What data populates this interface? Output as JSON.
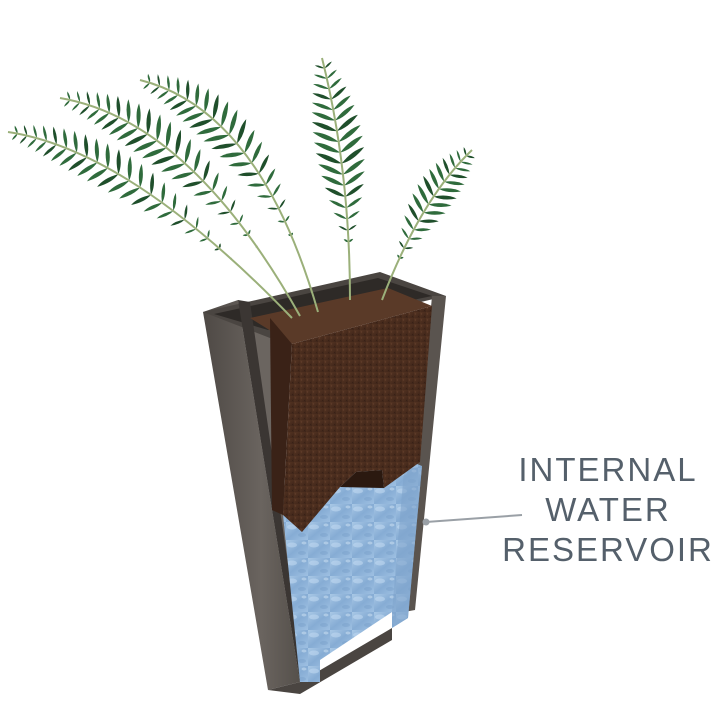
{
  "callout": {
    "lines": [
      "INTERNAL",
      "WATER",
      "RESERVOIR"
    ]
  },
  "colors": {
    "label_text": "#55606b",
    "leader_line": "#9aa0a6",
    "planter_shell": "#5b5550",
    "planter_shell_light": "#6e6863",
    "soil": "#4a2c1e",
    "soil_dark": "#3a2217",
    "water": "#8fb4d8",
    "water_light": "#b9d3ec",
    "frond": "#2f6b3c",
    "frond_dark": "#1f4f2b",
    "stem": "#9bb07a"
  },
  "icons": {
    "planter": "self-watering-planter-cutaway",
    "plant": "fern-plant"
  }
}
